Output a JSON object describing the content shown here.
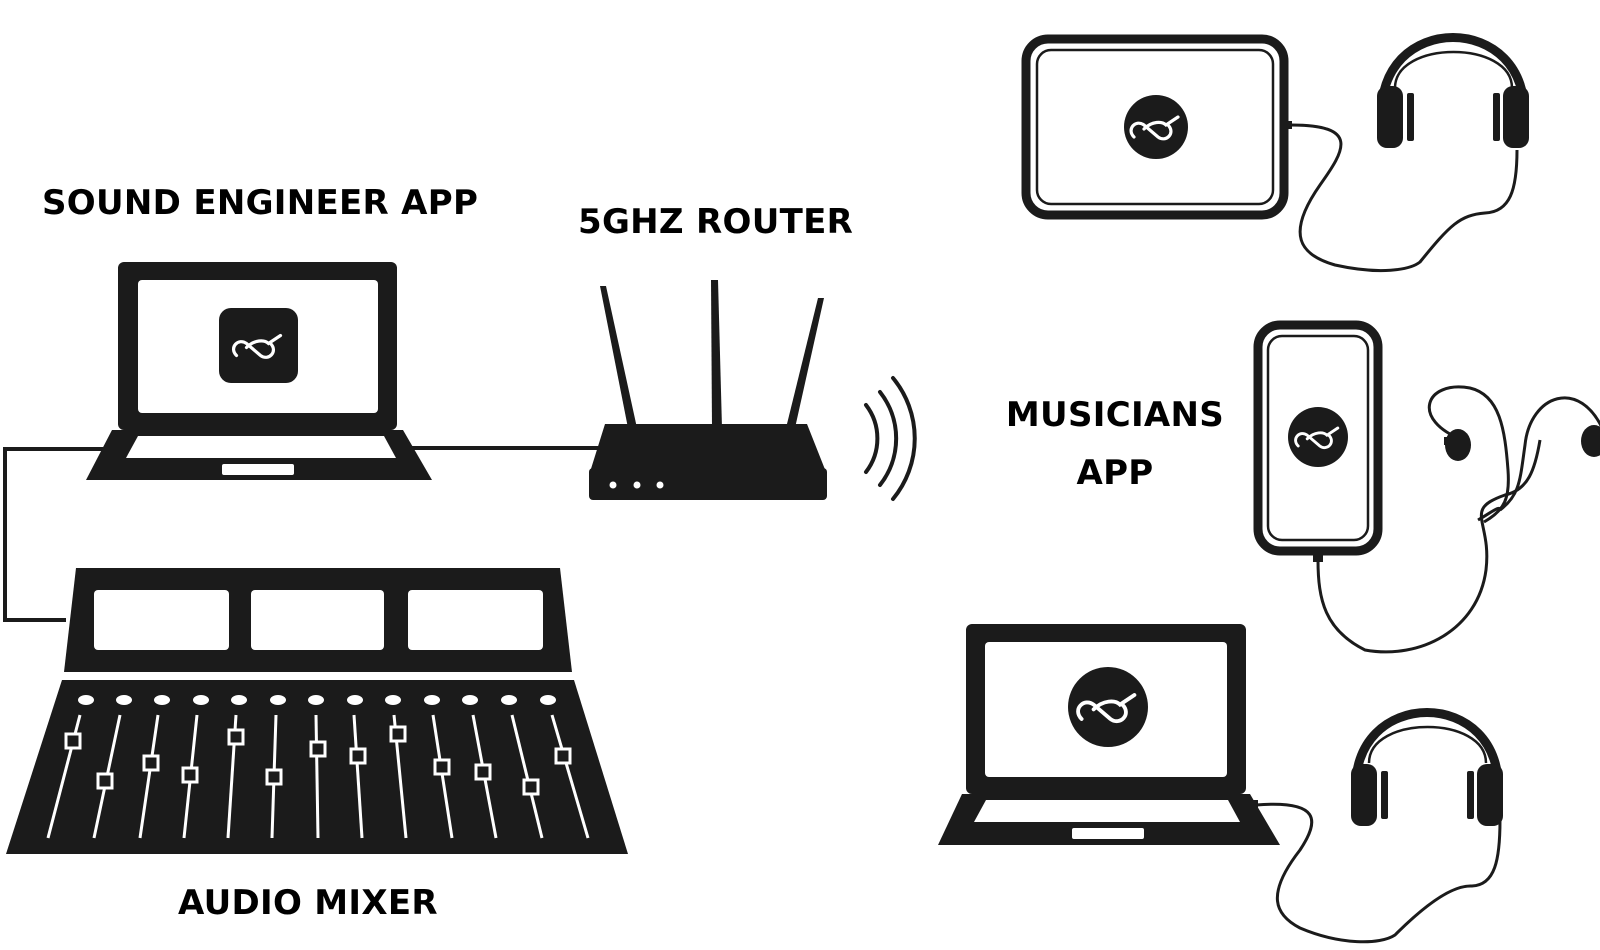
{
  "labels": {
    "sound_engineer_app": "SOUND ENGINEER APP",
    "router": "5GHZ ROUTER",
    "audio_mixer": "AUDIO MIXER",
    "musicians_app_line1": "MUSICIANS",
    "musicians_app_line2": "APP"
  },
  "colors": {
    "ink": "#1b1b1b",
    "background": "#ffffff"
  },
  "icons": [
    "laptop-icon",
    "wifi-router-icon",
    "wireless-signal-icon",
    "audio-mixer-icon",
    "tablet-icon",
    "phone-icon",
    "headphones-icon",
    "earbuds-icon",
    "app-logo-icon"
  ]
}
